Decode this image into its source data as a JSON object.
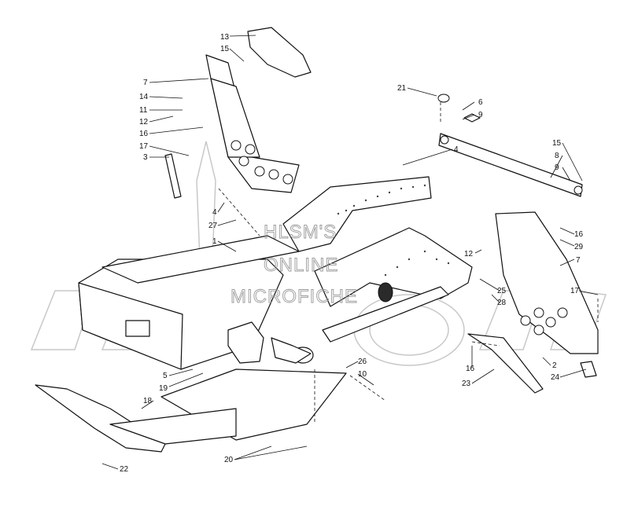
{
  "diagram": {
    "watermark": {
      "line1": "HLSM'S",
      "line2": "ONLINE",
      "line3": "MICROFICHE"
    },
    "callouts": [
      {
        "id": "c13",
        "text": "13"
      },
      {
        "id": "c15a",
        "text": "15"
      },
      {
        "id": "c7a",
        "text": "7"
      },
      {
        "id": "c14",
        "text": "14"
      },
      {
        "id": "c11",
        "text": "11"
      },
      {
        "id": "c12a",
        "text": "12"
      },
      {
        "id": "c16a",
        "text": "16"
      },
      {
        "id": "c17a",
        "text": "17"
      },
      {
        "id": "c3",
        "text": "3"
      },
      {
        "id": "c4a",
        "text": "4"
      },
      {
        "id": "c27",
        "text": "27"
      },
      {
        "id": "c1",
        "text": "1"
      },
      {
        "id": "c21",
        "text": "21"
      },
      {
        "id": "c6",
        "text": "6"
      },
      {
        "id": "c9a",
        "text": "9"
      },
      {
        "id": "c4b",
        "text": "4"
      },
      {
        "id": "c15b",
        "text": "15"
      },
      {
        "id": "c8",
        "text": "8"
      },
      {
        "id": "c9b",
        "text": "9"
      },
      {
        "id": "c16b",
        "text": "16"
      },
      {
        "id": "c29",
        "text": "29"
      },
      {
        "id": "c12b",
        "text": "12"
      },
      {
        "id": "c7b",
        "text": "7"
      },
      {
        "id": "c25",
        "text": "25"
      },
      {
        "id": "c28",
        "text": "28"
      },
      {
        "id": "c17b",
        "text": "17"
      },
      {
        "id": "c5",
        "text": "5"
      },
      {
        "id": "c19",
        "text": "19"
      },
      {
        "id": "c18",
        "text": "18"
      },
      {
        "id": "c26",
        "text": "26"
      },
      {
        "id": "c10",
        "text": "10"
      },
      {
        "id": "c16c",
        "text": "16"
      },
      {
        "id": "c2",
        "text": "2"
      },
      {
        "id": "c23",
        "text": "23"
      },
      {
        "id": "c24",
        "text": "24"
      },
      {
        "id": "c20",
        "text": "20"
      },
      {
        "id": "c22",
        "text": "22"
      }
    ]
  }
}
